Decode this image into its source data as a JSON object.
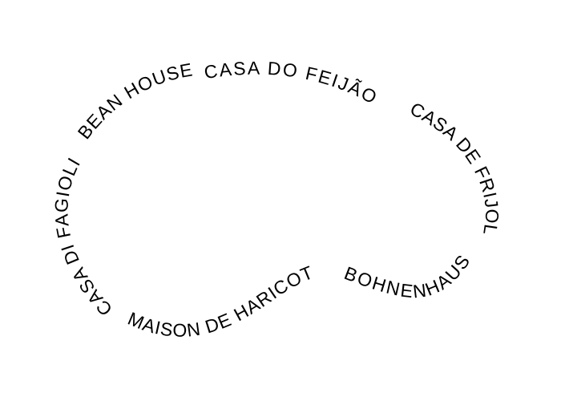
{
  "canvas": {
    "background_color": "#ffffff",
    "text_color": "#000000"
  },
  "wordmark": {
    "shape": "bean-outline",
    "labels": {
      "italian": "CASA DI FAGIOLI",
      "english": "BEAN HOUSE",
      "portuguese": "CASA DO FEIJÃO",
      "spanish": "CASA DE FRIJOL",
      "french": "MAISON DE HARICOT",
      "german": "BOHNENHAUS"
    }
  }
}
